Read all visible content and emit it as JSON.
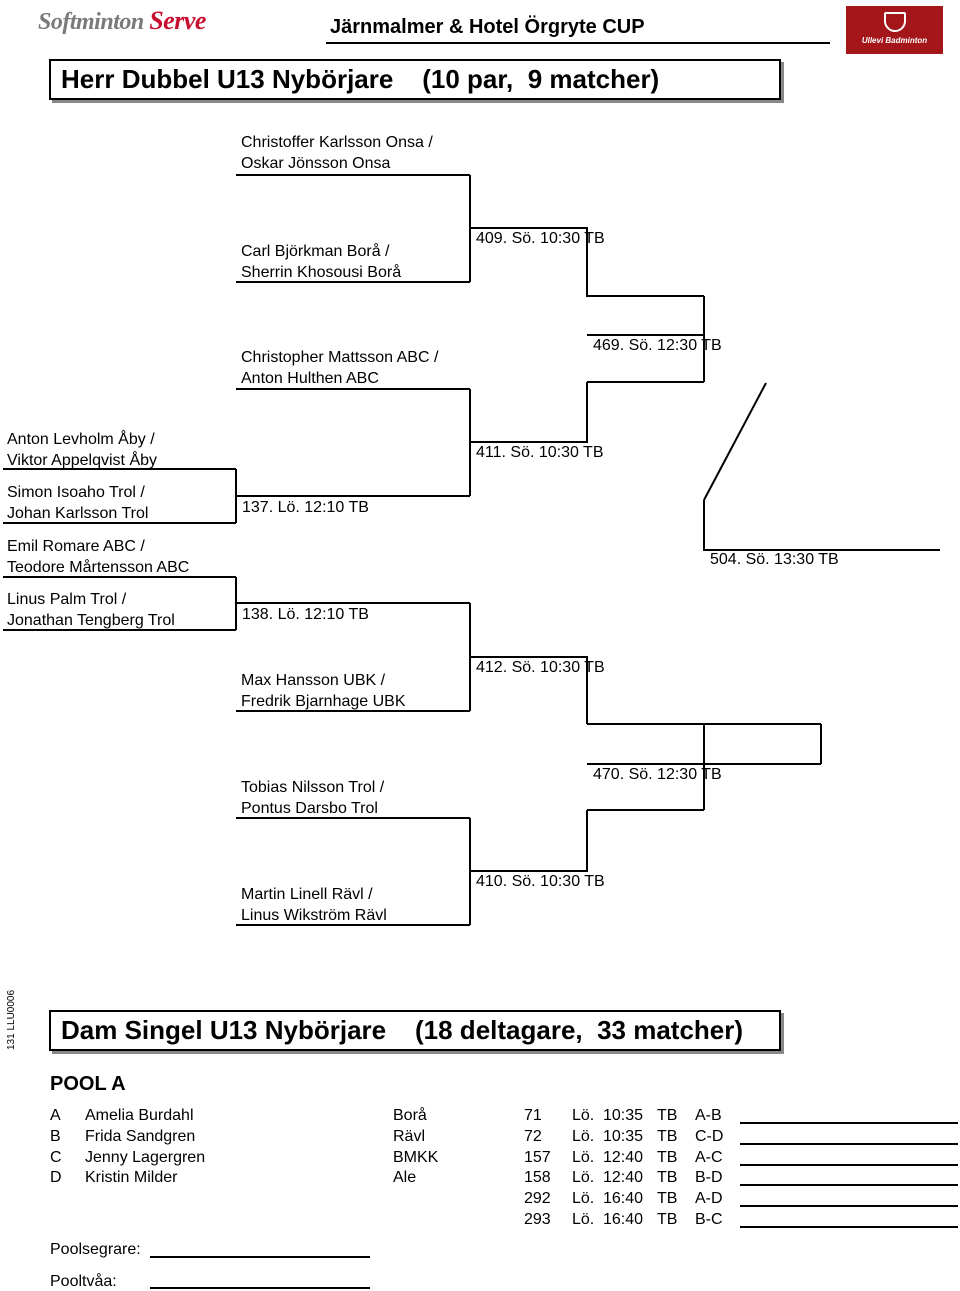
{
  "header": {
    "logo_left_a": "Softminton",
    "logo_left_b": "Serve",
    "title": "Järnmalmer & Hotel Örgryte CUP",
    "logo_right_text": "Ullevi Badminton"
  },
  "section1": {
    "title": "Herr Dubbel U13 Nybörjare    (10 par,  9 matcher)",
    "players": [
      {
        "line1": "Christoffer Karlsson Onsa /",
        "line2": "Oskar Jönsson Onsa"
      },
      {
        "line1": "Carl Björkman Borå /",
        "line2": "Sherrin Khosousi Borå"
      },
      {
        "line1": "Christopher Mattsson ABC /",
        "line2": "Anton Hulthen ABC"
      },
      {
        "line1": "Anton Levholm Åby /",
        "line2": "Viktor Appelqvist Åby"
      },
      {
        "line1": "Simon Isoaho Trol /",
        "line2": "Johan Karlsson Trol"
      },
      {
        "line1": "Emil Romare ABC /",
        "line2": "Teodore Mårtensson ABC"
      },
      {
        "line1": "Linus Palm Trol /",
        "line2": "Jonathan Tengberg Trol"
      },
      {
        "line1": "Max Hansson UBK /",
        "line2": "Fredrik Bjarnhage UBK"
      },
      {
        "line1": "Tobias Nilsson Trol /",
        "line2": "Pontus Darsbo Trol"
      },
      {
        "line1": "Martin Linell Rävl /",
        "line2": "Linus Wikström Rävl"
      }
    ],
    "matches": {
      "m137": "137. Lö. 12:10  TB",
      "m138": "138. Lö. 12:10  TB",
      "m409": "409. Sö. 10:30  TB",
      "m411": "411. Sö. 10:30  TB",
      "m412": "412. Sö. 10:30  TB",
      "m410": "410. Sö. 10:30  TB",
      "m469": "469. Sö. 12:30  TB",
      "m470": "470. Sö. 12:30  TB",
      "m504": "504. Sö. 13:30  TB"
    }
  },
  "side_code": "131  LLU0006",
  "section2": {
    "title": "Dam Singel U13 Nybörjare    (18 deltagare,  33 matcher)",
    "pool_title": "POOL A",
    "players": [
      {
        "letter": "A",
        "name": "Amelia Burdahl",
        "club": "Borå"
      },
      {
        "letter": "B",
        "name": "Frida Sandgren",
        "club": "Rävl"
      },
      {
        "letter": "C",
        "name": "Jenny Lagergren",
        "club": "BMKK"
      },
      {
        "letter": "D",
        "name": "Kristin Milder",
        "club": "Ale"
      }
    ],
    "matches": [
      {
        "num": "71",
        "day": "Lö.",
        "time": "10:35",
        "court": "TB",
        "pair": "A-B"
      },
      {
        "num": "72",
        "day": "Lö.",
        "time": "10:35",
        "court": "TB",
        "pair": "C-D"
      },
      {
        "num": "157",
        "day": "Lö.",
        "time": "12:40",
        "court": "TB",
        "pair": "A-C"
      },
      {
        "num": "158",
        "day": "Lö.",
        "time": "12:40",
        "court": "TB",
        "pair": "B-D"
      },
      {
        "num": "292",
        "day": "Lö.",
        "time": "16:40",
        "court": "TB",
        "pair": "A-D"
      },
      {
        "num": "293",
        "day": "Lö.",
        "time": "16:40",
        "court": "TB",
        "pair": "B-C"
      }
    ],
    "winner_label": "Poolsegrare:",
    "second_label": "Pooltvåa:"
  }
}
